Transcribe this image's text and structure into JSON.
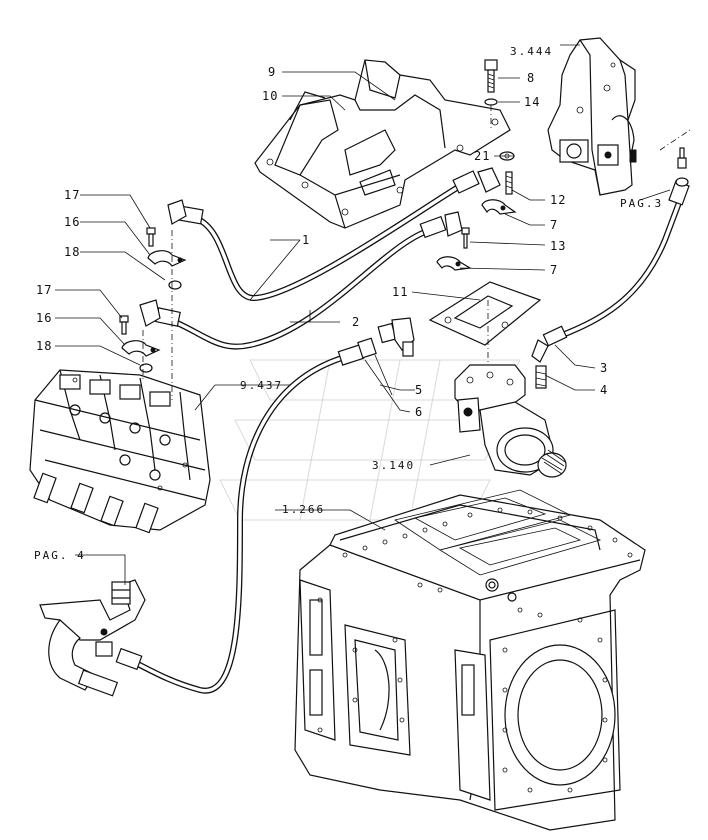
{
  "labels": {
    "l1": "1",
    "l2": "2",
    "l3": "3",
    "l4": "4",
    "l5": "5",
    "l6": "6",
    "l7a": "7",
    "l7b": "7",
    "l8": "8",
    "l9": "9",
    "l10": "10",
    "l11": "11",
    "l12": "12",
    "l13": "13",
    "l14": "14",
    "l16a": "16",
    "l16b": "16",
    "l17a": "17",
    "l17b": "17",
    "l18a": "18",
    "l18b": "18",
    "l21": "21",
    "ref_3444": "3.444",
    "ref_9437": "9.437",
    "ref_3140": "3.140",
    "ref_1266": "1.266",
    "pag3": "PAG.3",
    "pag4": "PAG. 4"
  }
}
